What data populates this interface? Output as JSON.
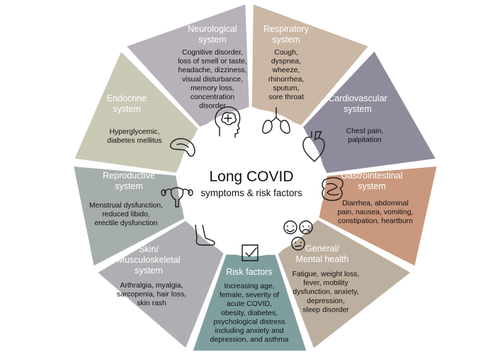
{
  "center": {
    "title": "Long COVID",
    "subtitle": "symptoms & risk factors"
  },
  "segments": [
    {
      "key": "neurological",
      "title": [
        "Neurological",
        "system"
      ],
      "body": [
        "Cognitive disorder,",
        "loss of smell or taste,",
        "headache, dizziness,",
        "visual disturbance,",
        "memory loss,",
        "concentration",
        "disorder"
      ],
      "color": "#b7b1b9",
      "icon": "brain-head-icon"
    },
    {
      "key": "respiratory",
      "title": [
        "Respiratory",
        "system"
      ],
      "body": [
        "Cough,",
        "dyspnea,",
        "wheeze,",
        "rhinorrhea,",
        "sputum,",
        "sore throat"
      ],
      "color": "#cbb7a5",
      "icon": "lungs-icon"
    },
    {
      "key": "cardiovascular",
      "title": [
        "Cardiovascular",
        "system"
      ],
      "body": [
        "Chest pain,",
        "palpitation"
      ],
      "color": "#8f8b9c",
      "icon": "heart-icon"
    },
    {
      "key": "gastrointestinal",
      "title": [
        "Gastrointestinal",
        "system"
      ],
      "body": [
        "Diarrhea, abdominal",
        "pain, nausea, vomiting,",
        "constipation, heartburn"
      ],
      "color": "#c9987e",
      "icon": "intestine-icon"
    },
    {
      "key": "general",
      "title": [
        "General/",
        "Mental health"
      ],
      "body": [
        "Fatigue, weight loss,",
        "fever, mobility",
        "dysfunction, anxiety,",
        "depression,",
        "sleep disorder"
      ],
      "color": "#bcaf9f",
      "icon": "emotion-faces-icon"
    },
    {
      "key": "risk",
      "title": [
        "Risk factors"
      ],
      "body": [
        "Increasing age,",
        "female, severity of",
        "acute COVID,",
        "obesity, diabetes,",
        "psychological distress",
        "including anxiety and",
        "depression, and asthma"
      ],
      "color": "#7f9f9f",
      "icon": "checkbox-icon"
    },
    {
      "key": "skin",
      "title": [
        "Skin/",
        "Musculoskeletal",
        "system"
      ],
      "body": [
        "Arthralgia, myalgia,",
        "sarcopenia, hair loss,",
        "skin rash"
      ],
      "color": "#aeafb2",
      "icon": "foot-icon"
    },
    {
      "key": "reproductive",
      "title": [
        "Reproductive",
        "system"
      ],
      "body": [
        "Menstrual dysfunction,",
        "reduced libido,",
        "erectile dysfunction"
      ],
      "color": "#a6aeab",
      "icon": "uterus-icon"
    },
    {
      "key": "endocrine",
      "title": [
        "Endocrine",
        "system"
      ],
      "body": [
        "Hyperglycemic,",
        "diabetes mellitus"
      ],
      "color": "#c8c8b5",
      "icon": "pancreas-icon"
    }
  ]
}
